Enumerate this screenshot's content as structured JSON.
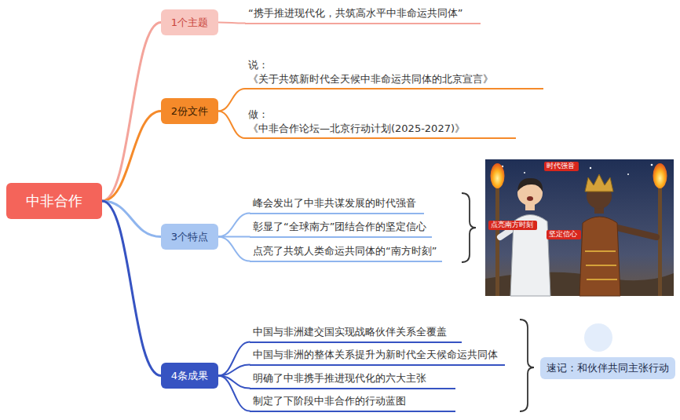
{
  "diagram": {
    "nodes": [
      {
        "text": [
          "中非合作"
        ]
      },
      {
        "text": [
          "1个主题"
        ]
      },
      {
        "text": [
          "“携手推进现代化，共筑高水平中非命运共同体”"
        ]
      },
      {
        "text": [
          "2份文件"
        ]
      },
      {
        "text": [
          "说：",
          "《关于共筑新时代全天候中非命运共同体的北京宣言》"
        ]
      },
      {
        "text": [
          "做：",
          "《中非合作论坛—北京行动计划(2025-2027)》"
        ]
      },
      {
        "text": [
          "3个特点"
        ]
      },
      {
        "text": [
          "峰会发出了中非共谋发展的时代强音"
        ]
      },
      {
        "text": [
          "彰显了“全球南方”团结合作的坚定信心"
        ]
      },
      {
        "text": [
          "点亮了共筑人类命运共同体的“南方时刻”"
        ]
      },
      {
        "text": [
          "时代强音"
        ]
      },
      {
        "text": [
          "点亮南方时刻"
        ]
      },
      {
        "text": [
          "坚定信心"
        ]
      },
      {
        "text": [
          "4条成果"
        ]
      },
      {
        "text": [
          "中国与非洲建交国实现战略伙伴关系全覆盖"
        ]
      },
      {
        "text": [
          "中国与非洲的整体关系提升为新时代全天候命运共同体"
        ]
      },
      {
        "text": [
          "明确了中非携手推进现代化的六大主张"
        ]
      },
      {
        "text": [
          "制定了下阶段中非合作的行动蓝图"
        ]
      },
      {
        "text": [
          "速记：和伙伴共同主张行动"
        ]
      }
    ],
    "edges": [
      {
        "from": 0,
        "to": 1,
        "arrow": "none"
      },
      {
        "from": 0,
        "to": 3,
        "arrow": "none"
      },
      {
        "from": 0,
        "to": 6,
        "arrow": "none"
      },
      {
        "from": 0,
        "to": 13,
        "arrow": "none"
      },
      {
        "from": 1,
        "to": 2,
        "arrow": "none"
      },
      {
        "from": 3,
        "to": 4,
        "arrow": "none"
      },
      {
        "from": 3,
        "to": 5,
        "arrow": "none"
      },
      {
        "from": 6,
        "to": 7,
        "arrow": "none"
      },
      {
        "from": 6,
        "to": 8,
        "arrow": "none"
      },
      {
        "from": 6,
        "to": 9,
        "arrow": "none"
      },
      {
        "from": 13,
        "to": 14,
        "arrow": "none"
      },
      {
        "from": 13,
        "to": 15,
        "arrow": "none"
      },
      {
        "from": 13,
        "to": 16,
        "arrow": "none"
      },
      {
        "from": 13,
        "to": 17,
        "arrow": "none"
      }
    ]
  }
}
